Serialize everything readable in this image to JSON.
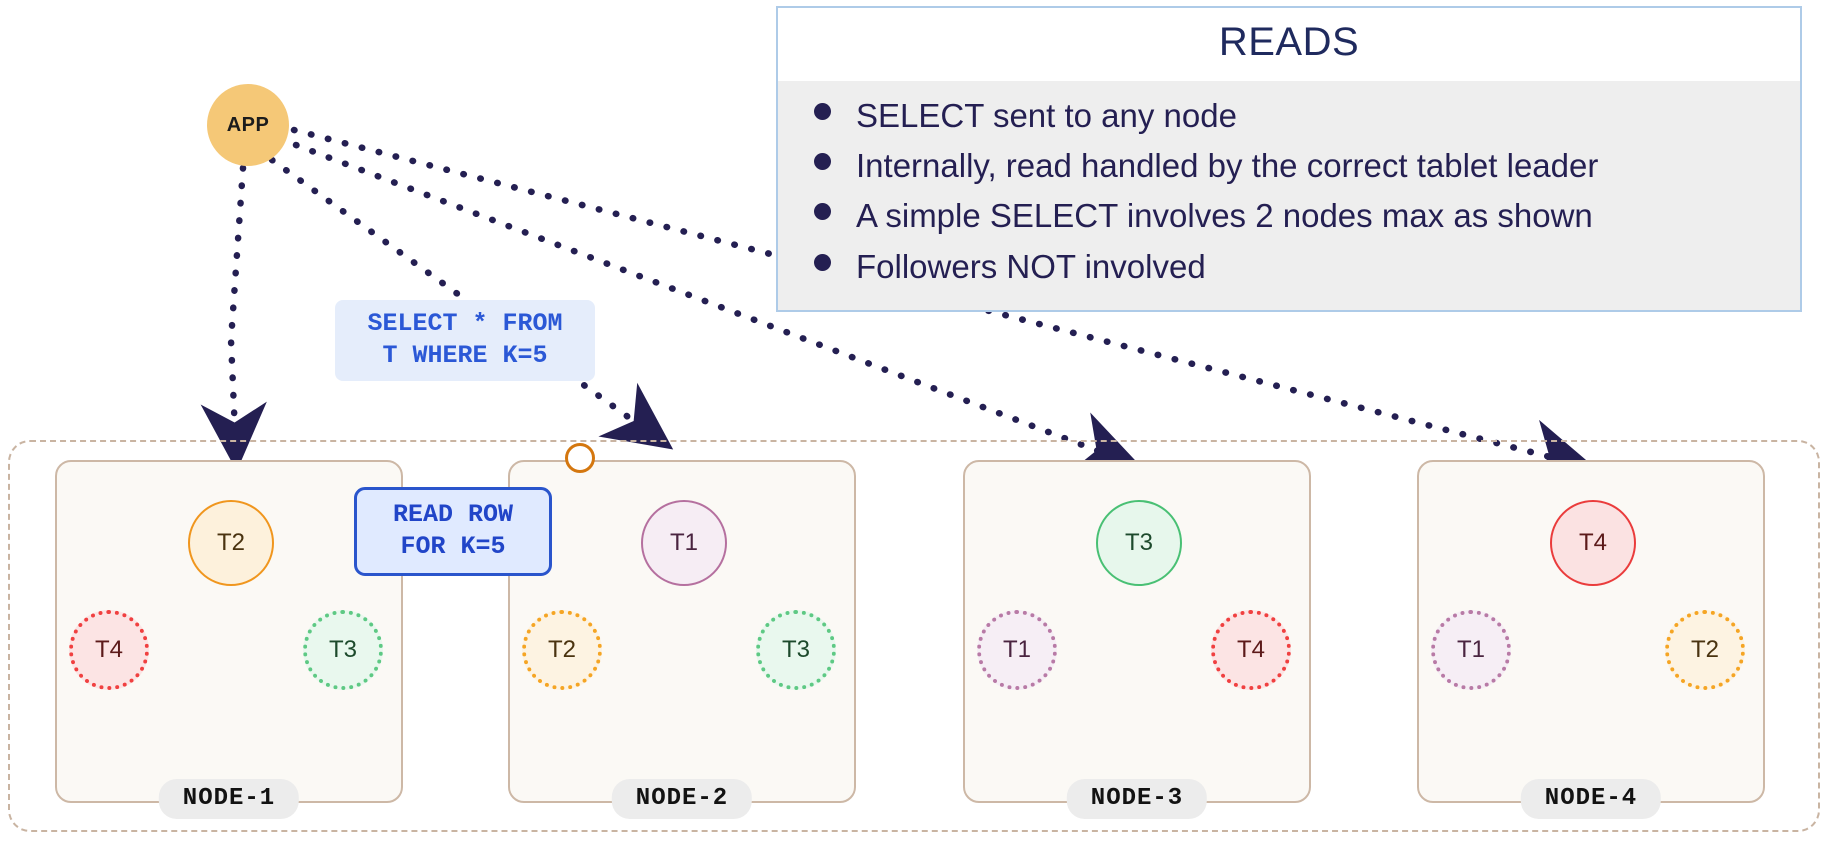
{
  "colors": {
    "app_fill": "#f5c877",
    "panel_border": "#aecbe8",
    "panel_body": "#eeeeee",
    "panel_title_text": "#1f2a5e",
    "bullet": "#241f52",
    "arrow": "#241f52",
    "read_arrow": "#5b8fe0",
    "cluster_border": "#c9b4a2",
    "node_border": "#cdb8a6",
    "node_fill": "#fbf9f5",
    "sql_label_bg": "#e5edfb",
    "sql_label_text": "#2b58d6",
    "read_label_bg": "#e0eaff",
    "read_label_border": "#2a55cc",
    "port_ring": "#d4770f",
    "t1": "#b5709f",
    "t2": "#f0961e",
    "t3": "#49c074",
    "t4": "#ea3c3c"
  },
  "reads_panel": {
    "title": "READS",
    "bullets": [
      "SELECT sent to any node",
      "Internally, read handled by the correct tablet leader",
      "A simple SELECT involves 2 nodes max as shown",
      "Followers NOT involved"
    ]
  },
  "app": {
    "label": "APP"
  },
  "labels": {
    "sql_line1": "SELECT * FROM",
    "sql_line2": "T WHERE K=5",
    "read_line1": "READ ROW",
    "read_line2": "FOR K=5"
  },
  "cluster": {
    "nodes": [
      {
        "name": "NODE-1",
        "leader": {
          "id": "T2",
          "label": "T2",
          "role": "leader"
        },
        "followers": [
          {
            "id": "T4",
            "label": "T4",
            "role": "follower"
          },
          {
            "id": "T3",
            "label": "T3",
            "role": "follower"
          }
        ]
      },
      {
        "name": "NODE-2",
        "leader": {
          "id": "T1",
          "label": "T1",
          "role": "leader"
        },
        "followers": [
          {
            "id": "T2",
            "label": "T2",
            "role": "follower"
          },
          {
            "id": "T3",
            "label": "T3",
            "role": "follower"
          }
        ]
      },
      {
        "name": "NODE-3",
        "leader": {
          "id": "T3",
          "label": "T3",
          "role": "leader"
        },
        "followers": [
          {
            "id": "T1",
            "label": "T1",
            "role": "follower"
          },
          {
            "id": "T4",
            "label": "T4",
            "role": "follower"
          }
        ]
      },
      {
        "name": "NODE-4",
        "leader": {
          "id": "T4",
          "label": "T4",
          "role": "leader"
        },
        "followers": [
          {
            "id": "T1",
            "label": "T1",
            "role": "follower"
          },
          {
            "id": "T2",
            "label": "T2",
            "role": "follower"
          }
        ]
      }
    ]
  }
}
